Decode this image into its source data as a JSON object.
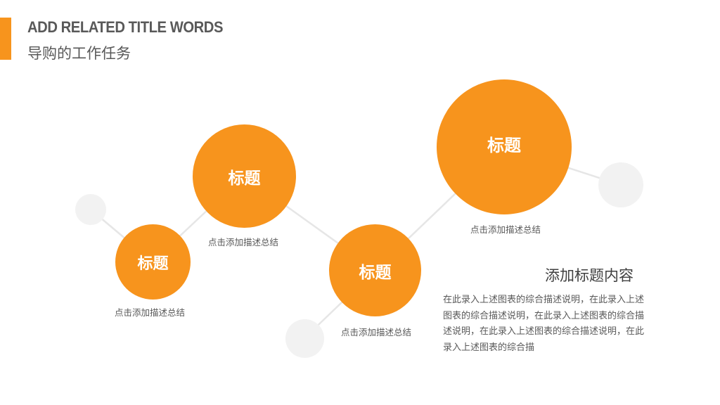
{
  "header": {
    "title_en": "ADD RELATED TITLE WORDS",
    "title_cn": "导购的工作任务"
  },
  "nodes": [
    {
      "label": "标题",
      "caption": "点击添加描述总结"
    },
    {
      "label": "标题",
      "caption": "点击添加描述总结"
    },
    {
      "label": "标题",
      "caption": "点击添加描述总结"
    },
    {
      "label": "标题",
      "caption": "点击添加描述总结"
    }
  ],
  "side": {
    "heading": "添加标题内容",
    "body": "在此录入上述图表的综合描述说明，在此录入上述图表的综合描述说明，在此录入上述图表的综合描述说明，在此录入上述图表的综合描述说明，在此录入上述图表的综合描"
  },
  "colors": {
    "accent": "#f7941d",
    "ghost": "#f2f2f2",
    "connector": "#e6e6e6",
    "text": "#595959"
  }
}
